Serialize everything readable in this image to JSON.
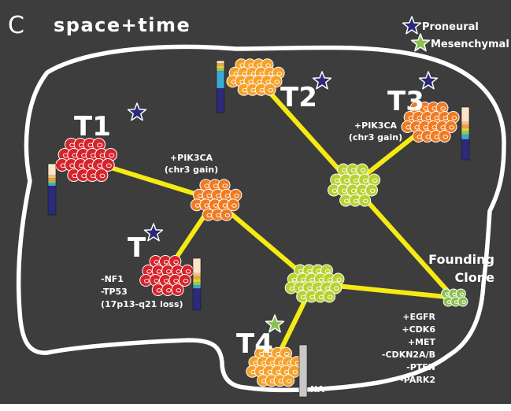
{
  "panel": {
    "letter": "C",
    "title": "space+time"
  },
  "legend": {
    "items": [
      {
        "label": "Proneural",
        "color": "#2b2a78"
      },
      {
        "label": "Mesenchymal",
        "color": "#8cc152"
      }
    ]
  },
  "tumors": {
    "t1": {
      "label": "T1"
    },
    "t2": {
      "label": "T2"
    },
    "t3": {
      "label": "T3"
    },
    "t": {
      "label": "T"
    },
    "t4": {
      "label": "T4"
    }
  },
  "annotations": {
    "pik3ca_center": [
      "+PIK3CA",
      "(chr3 gain)"
    ],
    "pik3ca_t3": [
      "+PIK3CA",
      "(chr3 gain)"
    ],
    "t_losses": [
      "-NF1",
      "-TP53",
      "(17p13-q21 loss)"
    ],
    "founding": [
      "Founding",
      "Clone"
    ],
    "founding_mutations": [
      "+EGFR",
      "+CDK6",
      "+MET",
      "-CDKN2A/B",
      "-PTEN",
      "-PARK2"
    ],
    "na_label": "NA"
  },
  "colors": {
    "background": "#3d3d3d",
    "brain_outline": "#ffffff",
    "edge": "#f5ea14",
    "proneural_star": "#2b2a78",
    "mesenchymal_star": "#8cc152",
    "red_cell": "#d7232a",
    "orange_cell": "#ef7b22",
    "light_orange_cell": "#f6a12a",
    "green_cell": "#b9d233",
    "dark_green_cell": "#8cc152"
  }
}
